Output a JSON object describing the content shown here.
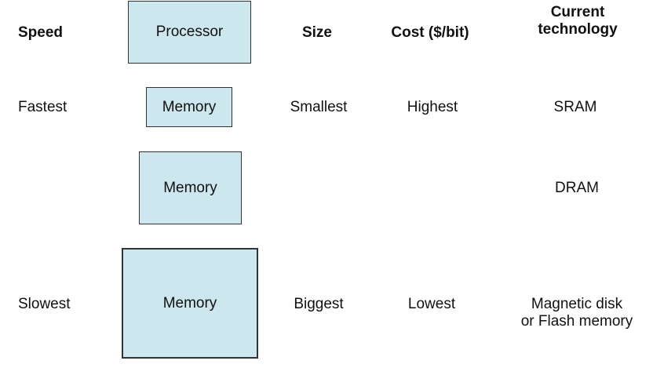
{
  "diagram": {
    "title": "memory-hierarchy",
    "colors": {
      "box_fill": "#cde7ee",
      "box_border": "#333333",
      "text": "#111111",
      "background": "#ffffff"
    },
    "headers": {
      "speed": "Speed",
      "size": "Size",
      "cost": "Cost ($/bit)",
      "technology_line1": "Current",
      "technology_line2": "technology"
    },
    "boxes": [
      {
        "label": "Processor"
      },
      {
        "label": "Memory"
      },
      {
        "label": "Memory"
      },
      {
        "label": "Memory"
      }
    ],
    "rows": [
      {
        "speed": "Fastest",
        "size": "Smallest",
        "cost": "Highest",
        "technology": "SRAM"
      },
      {
        "technology": "DRAM"
      },
      {
        "speed": "Slowest",
        "size": "Biggest",
        "cost": "Lowest",
        "technology_line1": "Magnetic disk",
        "technology_line2": "or Flash memory"
      }
    ]
  }
}
